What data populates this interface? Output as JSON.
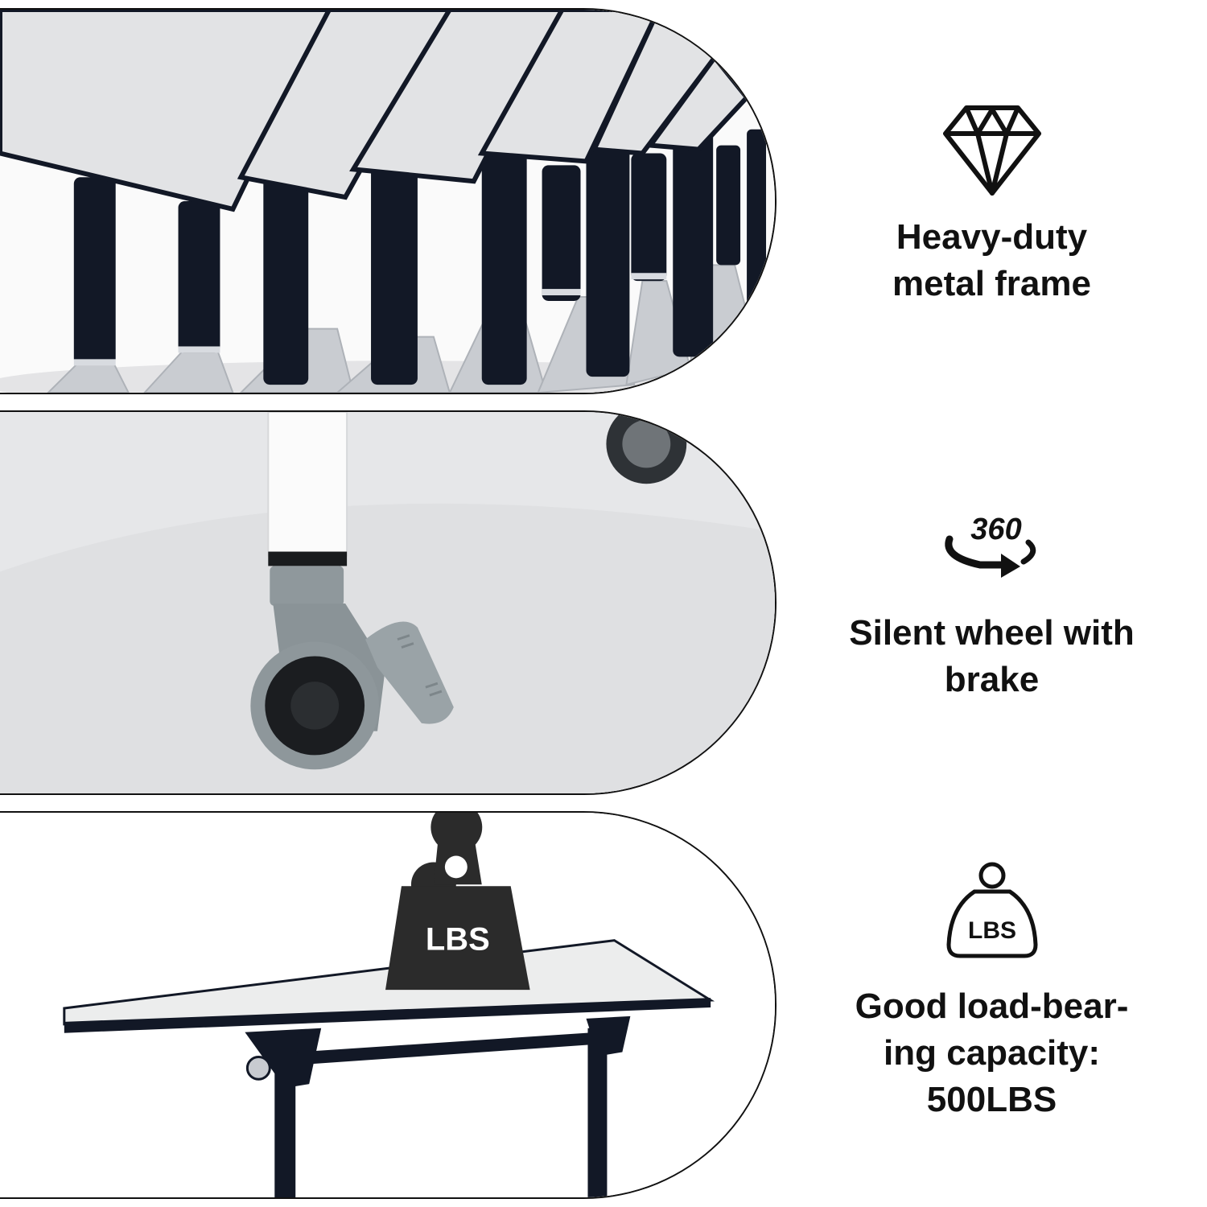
{
  "features": [
    {
      "icon": "diamond-icon",
      "caption": "Heavy-duty\nmetal frame"
    },
    {
      "icon": "rotate-360-icon",
      "icon_text": "360",
      "caption": "Silent wheel with\nbrake"
    },
    {
      "icon": "weight-icon",
      "icon_text": "LBS",
      "caption": "Good load-bear-\ning capacity:\n500LBS"
    }
  ],
  "photos": {
    "frame": "stacked-tables-photo",
    "wheel": "caster-wheel-photo",
    "load": {
      "name": "table-with-weight-photo",
      "weight_label": "LBS"
    }
  },
  "colors": {
    "frame_black": "#121826",
    "base_gray": "#c9ccd1",
    "wheel_gray": "#8f989c",
    "floor": "#e6e7e9"
  }
}
